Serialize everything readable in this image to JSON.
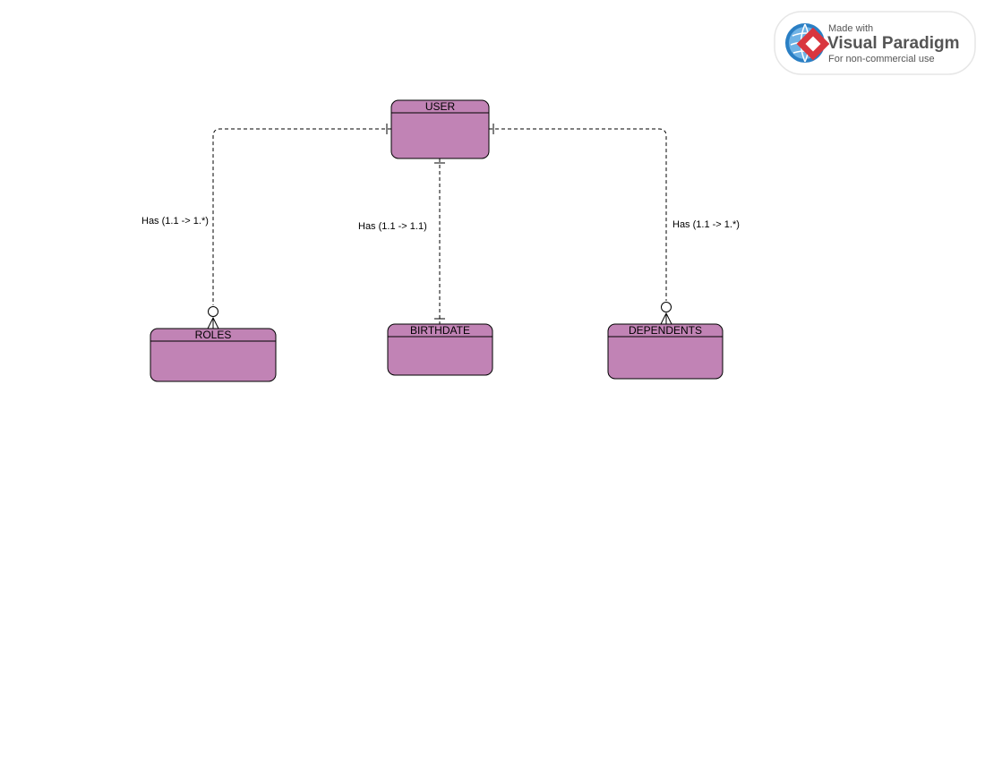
{
  "colors": {
    "entity_fill": "#c183b5",
    "stroke": "#000000",
    "badge_red": "#d9363e",
    "badge_blue": "#2a7fc4",
    "badge_text": "#555555"
  },
  "watermark": {
    "line1": "Made with",
    "line2": "Visual Paradigm",
    "line3": "For non-commercial use",
    "icon": "visual-paradigm-logo-icon"
  },
  "entities": [
    {
      "id": "user",
      "title": "USER"
    },
    {
      "id": "roles",
      "title": "ROLES"
    },
    {
      "id": "birthdate",
      "title": "BIRTHDATE"
    },
    {
      "id": "dependents",
      "title": "DEPENDENTS"
    }
  ],
  "relationships": [
    {
      "id": "user-roles",
      "label": "Has (1.1 -> 1.*)",
      "from": "user",
      "to": "roles",
      "from_end": "one",
      "to_end": "zero-or-many"
    },
    {
      "id": "user-birthdate",
      "label": "Has (1.1 -> 1.1)",
      "from": "user",
      "to": "birthdate",
      "from_end": "one",
      "to_end": "one"
    },
    {
      "id": "user-dependents",
      "label": "Has (1.1 -> 1.*)",
      "from": "user",
      "to": "dependents",
      "from_end": "one",
      "to_end": "zero-or-many"
    }
  ]
}
